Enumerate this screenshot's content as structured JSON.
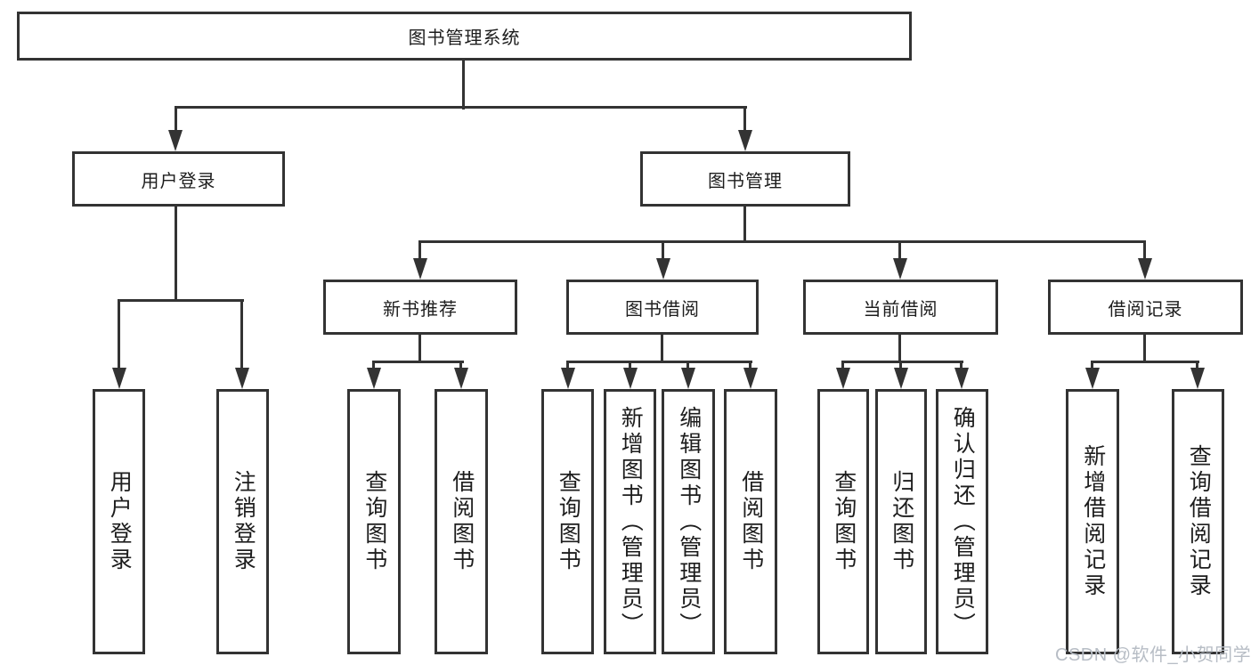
{
  "nodes": {
    "root": "图书管理系统",
    "user_login": "用户登录",
    "book_mgmt": "图书管理",
    "new_book_rec": "新书推荐",
    "book_borrow": "图书借阅",
    "current_borrow": "当前借阅",
    "borrow_records": "借阅记录"
  },
  "leaves": {
    "login": [
      "用户登录",
      "注销登录"
    ],
    "new_book_rec": [
      "查询图书",
      "借阅图书"
    ],
    "book_borrow": [
      "查询图书",
      "新增图书（管理员）",
      "编辑图书（管理员）",
      "借阅图书"
    ],
    "current_borrow": [
      "查询图书",
      "归还图书",
      "确认归还（管理员）"
    ],
    "borrow_records": [
      "新增借阅记录",
      "查询借阅记录"
    ]
  },
  "watermark": "CSDN @软件_小贺同学",
  "colors": {
    "line": "#333333",
    "text": "#1d1d1d",
    "box_bg": "#ffffff",
    "watermark": "#b7bdc5"
  }
}
